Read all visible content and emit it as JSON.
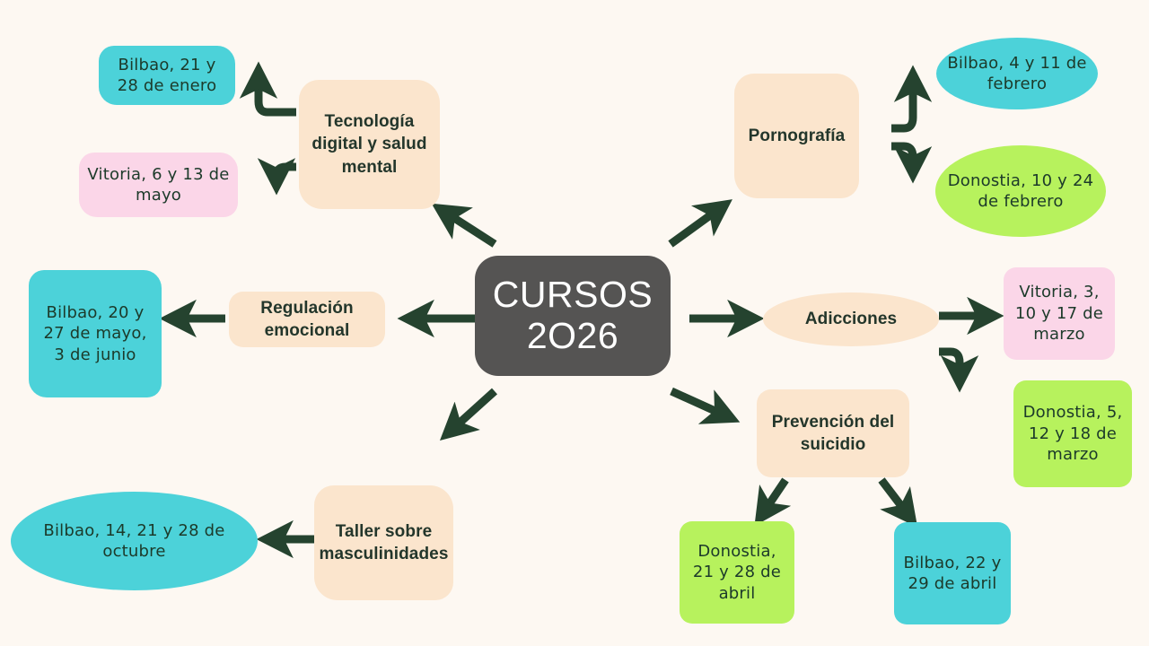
{
  "page": {
    "title": "CURSOS 2026 mind map",
    "background_color": "#FDF8F2"
  },
  "palette": {
    "hub_bg": "#555453",
    "hub_text": "#FFFFFF",
    "topic_bg": "#FBE5CD",
    "topic_text": "#23362B",
    "cyan": "#4CD2D9",
    "pink": "#FBD6E8",
    "green": "#B7F25D",
    "arrow": "#25432F",
    "leaf_text": "#1C3A2A"
  },
  "center": {
    "line1": "CURSOS",
    "line2": "2O26"
  },
  "topics": [
    {
      "id": "tecnologia",
      "label": "Tecnología digital y salud mental",
      "shape": "rounded-rect",
      "sessions": [
        {
          "id": "tec-bilbao",
          "label": "Bilbao, 21 y 28 de enero",
          "color": "cyan",
          "shape": "rounded-rect"
        },
        {
          "id": "tec-vitoria",
          "label": "Vitoria, 6 y 13 de mayo",
          "color": "pink",
          "shape": "rounded-rect"
        }
      ]
    },
    {
      "id": "pornografia",
      "label": "Pornografía",
      "shape": "rounded-rect",
      "sessions": [
        {
          "id": "por-bilbao",
          "label": "Bilbao, 4 y 11 de febrero",
          "color": "cyan",
          "shape": "ellipse"
        },
        {
          "id": "por-donostia",
          "label": "Donostia, 10 y 24 de febrero",
          "color": "green",
          "shape": "ellipse"
        }
      ]
    },
    {
      "id": "regulacion",
      "label": "Regulación emocional",
      "shape": "rounded-rect",
      "sessions": [
        {
          "id": "reg-bilbao",
          "label": "Bilbao, 20 y 27 de mayo, 3 de junio",
          "color": "cyan",
          "shape": "rounded-rect"
        }
      ]
    },
    {
      "id": "adicciones",
      "label": "Adicciones",
      "shape": "ellipse",
      "sessions": [
        {
          "id": "adi-vitoria",
          "label": "Vitoria, 3, 10 y 17 de marzo",
          "color": "pink",
          "shape": "rounded-rect"
        },
        {
          "id": "adi-donostia",
          "label": "Donostia, 5, 12 y 18 de marzo",
          "color": "green",
          "shape": "rounded-rect"
        }
      ]
    },
    {
      "id": "prevencion",
      "label": "Prevención del suicidio",
      "shape": "rounded-rect",
      "sessions": [
        {
          "id": "pre-donostia",
          "label": "Donostia, 21 y 28 de abril",
          "color": "green",
          "shape": "rounded-rect"
        },
        {
          "id": "pre-bilbao",
          "label": "Bilbao, 22 y 29 de abril",
          "color": "cyan",
          "shape": "rounded-rect"
        }
      ]
    },
    {
      "id": "masculinidades",
      "label": "Taller sobre masculinidades",
      "shape": "rounded-rect",
      "sessions": [
        {
          "id": "mas-bilbao",
          "label": "Bilbao, 14, 21 y 28 de octubre",
          "color": "cyan",
          "shape": "ellipse"
        }
      ]
    }
  ]
}
